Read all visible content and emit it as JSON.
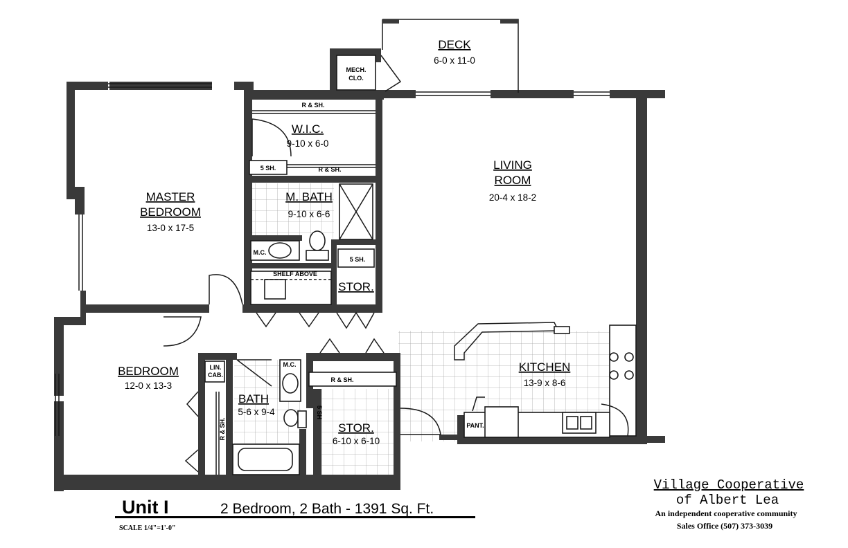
{
  "rooms": {
    "deck": {
      "name": "DECK",
      "dims": "6-0 x 11-0"
    },
    "mech": {
      "line1": "MECH.",
      "line2": "CLO."
    },
    "wic": {
      "name": "W.I.C.",
      "dims": "9-10 x 6-0"
    },
    "living": {
      "line1": "LIVING",
      "line2": "ROOM",
      "dims": "20-4 x 18-2"
    },
    "master": {
      "line1": "MASTER",
      "line2": "BEDROOM",
      "dims": "13-0 x 17-5"
    },
    "mbath": {
      "name": "M. BATH",
      "dims": "9-10 x 6-6"
    },
    "stor_upper": {
      "name": "STOR."
    },
    "bedroom": {
      "name": "BEDROOM",
      "dims": "12-0 x 13-3"
    },
    "bath": {
      "name": "BATH",
      "dims": "5-6 x 9-4"
    },
    "stor_lower": {
      "name": "STOR.",
      "dims": "6-10 x 6-10"
    },
    "kitchen": {
      "name": "KITCHEN",
      "dims": "13-9 x 8-6"
    },
    "lin": {
      "line1": "LIN.",
      "line2": "CAB."
    }
  },
  "labels": {
    "r_sh_top": "R & SH.",
    "five_sh_wic": "5 SH.",
    "r_sh_wic": "R & SH.",
    "mc_master": "M.C.",
    "five_sh_stor": "5 SH.",
    "shelf_above": "SHELF ABOVE",
    "mc_bath": "M.C.",
    "r_sh_hall": "R & SH.",
    "five_sh_vertical": "5 SH",
    "r_sh_bed": "R & SH.",
    "pant": "PANT."
  },
  "footer": {
    "unit": "Unit I",
    "summary": "2 Bedroom, 2 Bath - 1391 Sq. Ft.",
    "scale": "SCALE 1/4\"=1'-0\""
  },
  "brand": {
    "line1": "Village Cooperative",
    "line2": "of Albert Lea",
    "line3": "An independent cooperative community",
    "line4": "Sales Office  (507) 373-3039"
  }
}
